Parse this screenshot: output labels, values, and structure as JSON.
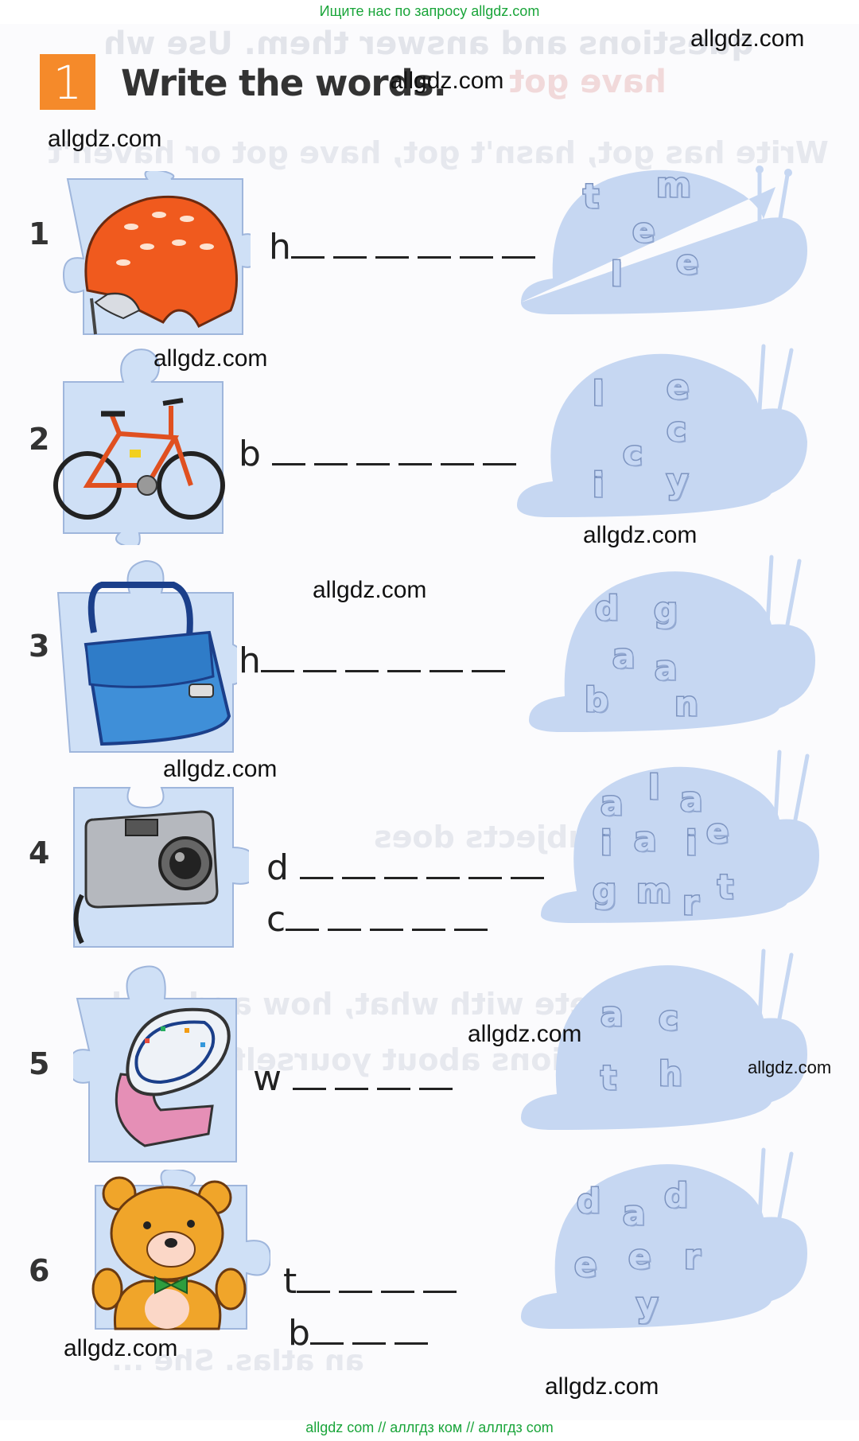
{
  "header": {
    "search_text": "Ищите нас по запросу allgdz.com"
  },
  "footer": {
    "links_text": "allgdz com  //  аллгдз ком  //  аллгдз com"
  },
  "watermarks": {
    "w1": "allgdz.com",
    "w2": "allgdz.com",
    "w3": "allgdz.com",
    "w4": "allgdz.com",
    "w5": "allgdz.com",
    "w6": "allgdz.com",
    "w7": "allgdz.com",
    "w8": "allgdz.com",
    "w9": "allgdz.com",
    "w10": "allgdz.com",
    "w11": "allgdz.com"
  },
  "exercise": {
    "number": "1",
    "title": "Write the words."
  },
  "items": [
    {
      "number": "1",
      "picture": "helmet",
      "answers": [
        {
          "letter": "h",
          "blanks": 6
        }
      ],
      "snail_letters": [
        "t",
        "m",
        "e",
        "e",
        "l"
      ]
    },
    {
      "number": "2",
      "picture": "bicycle",
      "answers": [
        {
          "letter": "b",
          "blanks": 6
        }
      ],
      "snail_letters": [
        "l",
        "e",
        "c",
        "c",
        "i",
        "y"
      ]
    },
    {
      "number": "3",
      "picture": "handbag",
      "answers": [
        {
          "letter": "h",
          "blanks": 6
        }
      ],
      "snail_letters": [
        "d",
        "g",
        "a",
        "a",
        "b",
        "n"
      ]
    },
    {
      "number": "4",
      "picture": "digital camera",
      "answers": [
        {
          "letter": "d",
          "blanks": 6
        },
        {
          "letter": "c",
          "blanks": 5
        }
      ],
      "snail_letters": [
        "a",
        "l",
        "a",
        "i",
        "a",
        "i",
        "e",
        "g",
        "m",
        "r",
        "t"
      ]
    },
    {
      "number": "5",
      "picture": "watch",
      "answers": [
        {
          "letter": "w",
          "blanks": 4
        }
      ],
      "snail_letters": [
        "a",
        "c",
        "t",
        "h"
      ]
    },
    {
      "number": "6",
      "picture": "teddy bear",
      "answers": [
        {
          "letter": "t",
          "blanks": 4
        },
        {
          "letter": "b",
          "blanks": 3
        }
      ],
      "snail_letters": [
        "d",
        "a",
        "d",
        "e",
        "e",
        "r",
        "y"
      ]
    }
  ],
  "background_text": {
    "b1": "questions and answer them. Use wh",
    "b2": "have got",
    "b3": "Write has got, hasn't got, have got or haven't",
    "b4": "subjects does",
    "b5": "Complete with what, how and ... d",
    "b6": "questions about yourself.",
    "b7": "an atlas. She ..."
  },
  "colors": {
    "orange": "#f58a2a",
    "snail": "#c6d7f2",
    "puzzle": "#cfe0f6",
    "link_green": "#1aa53a"
  }
}
